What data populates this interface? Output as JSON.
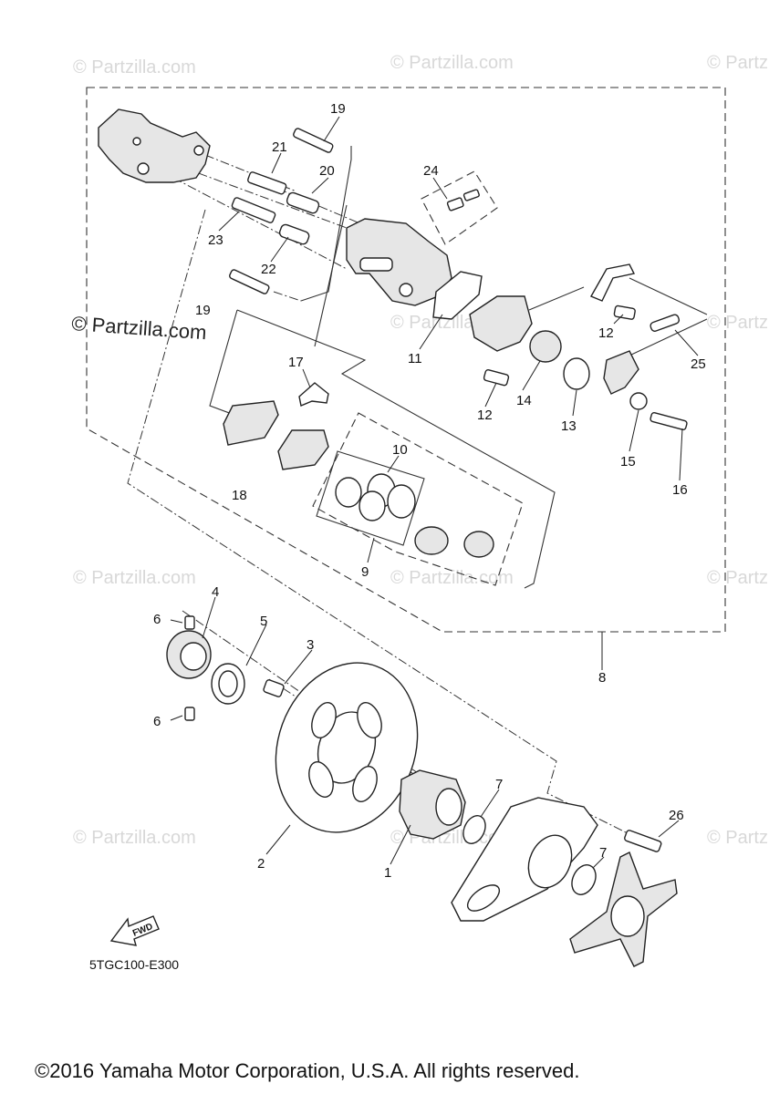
{
  "watermark": {
    "text": "© Partzilla.com",
    "primary_text": "© Partzilla.com"
  },
  "callouts": {
    "c1": "1",
    "c2": "2",
    "c3": "3",
    "c4": "4",
    "c5": "5",
    "c6a": "6",
    "c6b": "6",
    "c7a": "7",
    "c7b": "7",
    "c8": "8",
    "c9": "9",
    "c10": "10",
    "c11": "11",
    "c12a": "12",
    "c12b": "12",
    "c13": "13",
    "c14": "14",
    "c15": "15",
    "c16": "16",
    "c17": "17",
    "c18": "18",
    "c19a": "19",
    "c19b": "19",
    "c20": "20",
    "c21": "21",
    "c22": "22",
    "c23": "23",
    "c24": "24",
    "c25": "25",
    "c26": "26"
  },
  "fwd_arrow_label": "FWD",
  "diagram_code": "5TGC100-E300",
  "copyright": "©2016 Yamaha Motor Corporation, U.S.A. All rights reserved."
}
